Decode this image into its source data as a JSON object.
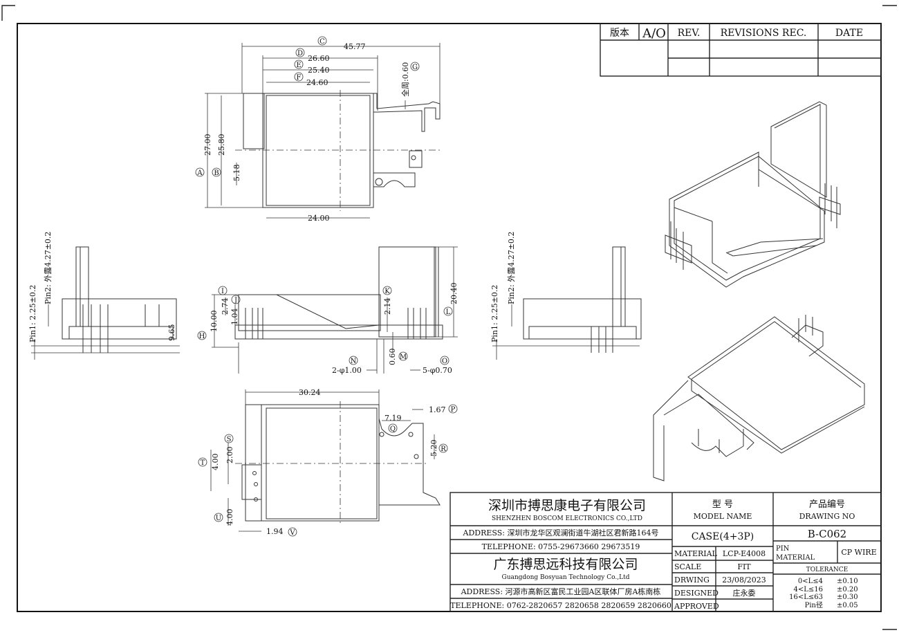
{
  "revision_block": {
    "version_label": "版本",
    "version_value": "A/O",
    "rev_header": "REV.",
    "revisions_header": "REVISIONS REC.",
    "date_header": "DATE"
  },
  "dimensions": {
    "overall_width": "45.77",
    "width_d": "26.60",
    "width_e": "25.40",
    "width_f": "24.60",
    "wall_thickness": "全周:0.60",
    "height_a": "27.00",
    "height_b": "25.80",
    "pin_offset": "5.18",
    "bottom_width": "24.00",
    "pin1_spec": "Pin1: 2.25±0.2",
    "pin2_spec": "Pin2: 外露4.27±0.2",
    "side_height": "20.40",
    "total_h": "10.00",
    "dim_i": "2.74",
    "dim_j": "1.04",
    "dim_k": "2.14",
    "dim_m": "0.60",
    "dim_965": "9.65",
    "pin_dia_n": "2-φ1.00",
    "pin_dia_o": "5-φ0.70",
    "bottom_len": "30.24",
    "dim_719": "7.19",
    "dim_167": "1.67",
    "dim_520": "5.20",
    "dim_400a": "4.00",
    "dim_200": "2.00",
    "dim_400b": "4.00",
    "dim_194": "1.94"
  },
  "callouts": [
    "A",
    "B",
    "C",
    "D",
    "E",
    "F",
    "G",
    "H",
    "I",
    "J",
    "K",
    "L",
    "M",
    "N",
    "O",
    "P",
    "Q",
    "R",
    "S",
    "T",
    "U",
    "V"
  ],
  "title_block": {
    "company1_cn": "深圳市搏思康电子有限公司",
    "company1_en": "SHENZHEN BOSCOM ELECTRONICS CO.,LTD",
    "address1": "ADDRESS: 深圳市龙华区观澜街道牛湖社区君新路164号",
    "telephone1": "TELEPHONE: 0755-29673660 29673519",
    "company2_cn": "广东搏思远科技有限公司",
    "company2_en": "Guangdong Bosyuan Technology Co.,Ltd",
    "address2": "ADDRESS: 河源市高新区富民工业园A区联体厂房A栋南栋",
    "telephone2": "TELEPHONE: 0762-2820657 2820658 2820659 2820660",
    "model_label_cn": "型 号",
    "model_label_en": "MODEL NAME",
    "model_value": "CASE(4+3P)",
    "drawing_label_cn": "产品编号",
    "drawing_label_en": "DRAWING NO",
    "drawing_value": "B-C062",
    "material_label": "MATERIAL",
    "material_value": "LCP-E4008",
    "pin_material_label": "PIN MATERIAL",
    "pin_material_value": "CP WIRE",
    "scale_label": "SCALE",
    "scale_value": "FIT",
    "tolerance_label": "TOLERANCE",
    "drawing_date_label": "DRWING",
    "drawing_date": "23/08/2023",
    "designed_label": "DESIGNED",
    "designed_by": "庄永委",
    "approved_label": "APPROVED",
    "tolerances": [
      {
        "range": "0<L≤4",
        "value": "±0.10"
      },
      {
        "range": "4<L≤16",
        "value": "±0.20"
      },
      {
        "range": "16<L≤63",
        "value": "±0.30"
      },
      {
        "range": "Pin径",
        "value": "±0.05"
      }
    ]
  }
}
